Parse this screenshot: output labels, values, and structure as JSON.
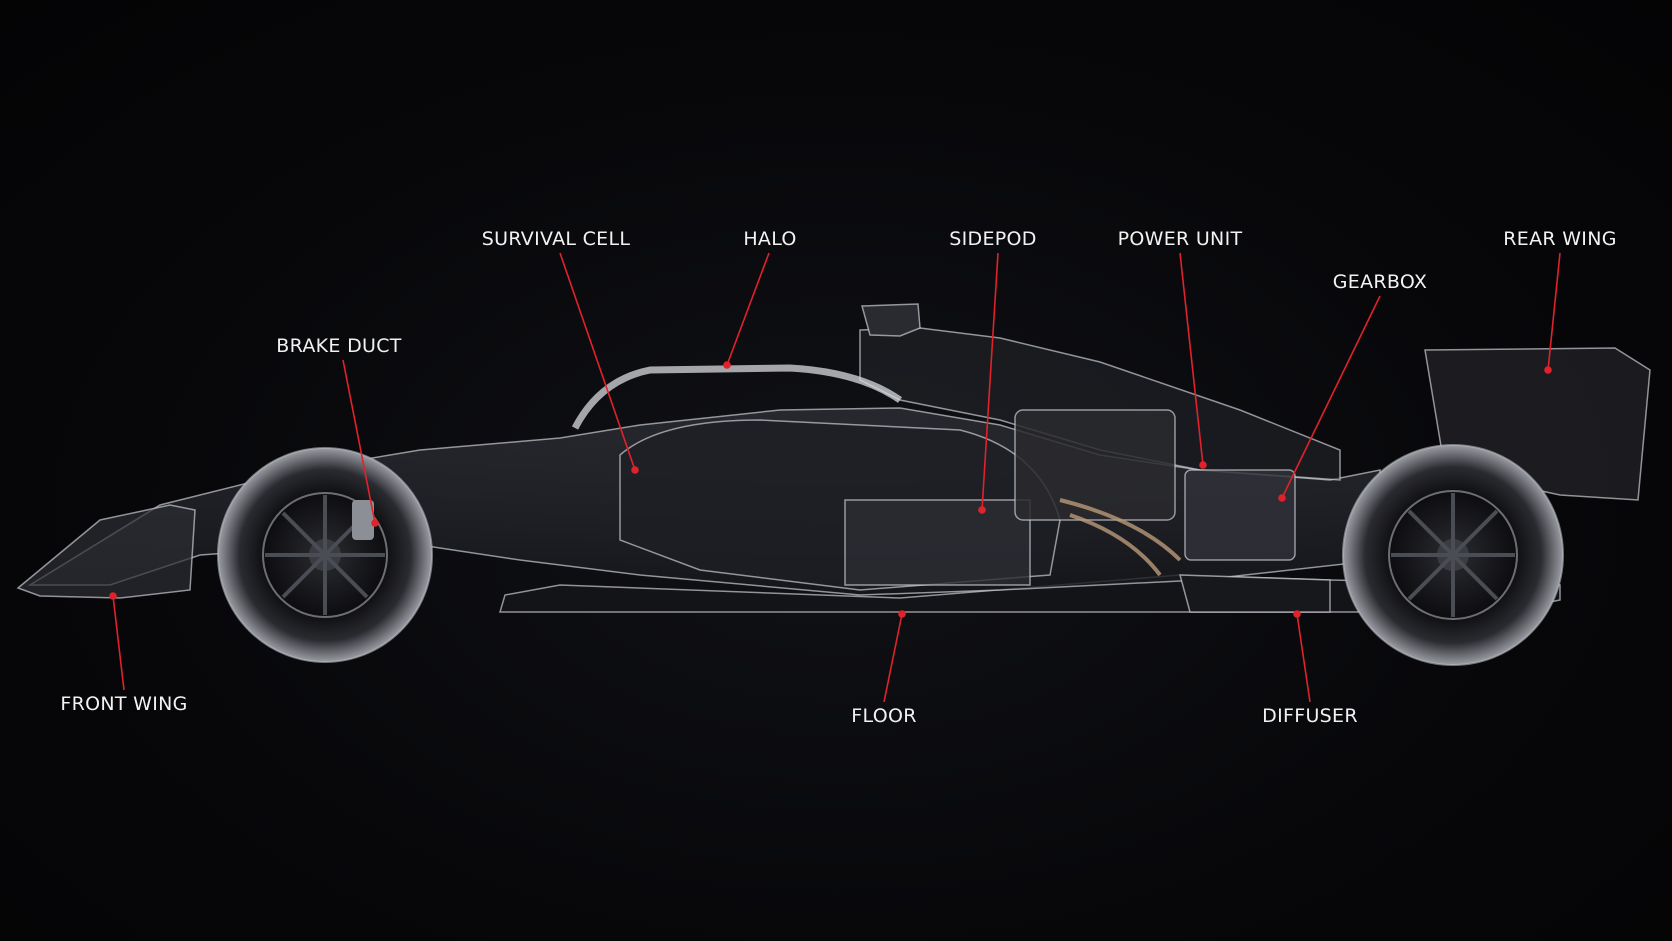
{
  "colors": {
    "background": "#060608",
    "label_text": "#f2f2f2",
    "leader_line": "#e0222b",
    "car_outline": "#c9ccd2",
    "car_fill": "#1a1b20"
  },
  "callouts": [
    {
      "id": "survival-cell",
      "label": "SURVIVAL CELL"
    },
    {
      "id": "halo",
      "label": "HALO"
    },
    {
      "id": "sidepod",
      "label": "SIDEPOD"
    },
    {
      "id": "power-unit",
      "label": "POWER UNIT"
    },
    {
      "id": "rear-wing",
      "label": "REAR WING"
    },
    {
      "id": "gearbox",
      "label": "GEARBOX"
    },
    {
      "id": "brake-duct",
      "label": "BRAKE DUCT"
    },
    {
      "id": "front-wing",
      "label": "FRONT WING"
    },
    {
      "id": "floor",
      "label": "FLOOR"
    },
    {
      "id": "diffuser",
      "label": "DIFFUSER"
    }
  ]
}
